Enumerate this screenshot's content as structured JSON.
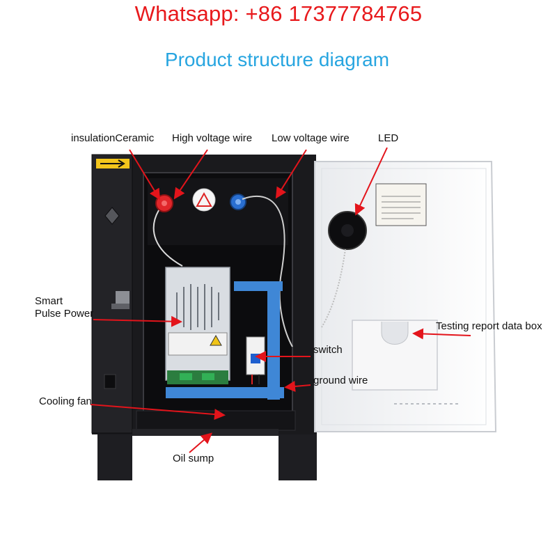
{
  "header": {
    "contact": "Whatsapp: +86 17377784765",
    "title": "Product structure diagram"
  },
  "labels": {
    "insulation_ceramic": "insulationCeramic",
    "high_voltage_wire": "High voltage wire",
    "low_voltage_wire": "Low voltage wire",
    "led": "LED",
    "smart_pulse_power_line1": "Smart",
    "smart_pulse_power_line2": "Pulse Power",
    "testing_report_data_box": "Testing report data box",
    "switch": "switch",
    "ground_wire": "ground wire",
    "cooling_fan": "Cooling fan",
    "oil_sump": "Oil sump"
  },
  "colors": {
    "header_contact": "#e8191c",
    "header_title": "#27a5e0",
    "arrow": "#e3141b",
    "cabinet": "#1a1a1d",
    "door": "#f4f5f7",
    "bracket": "#3f87d6",
    "power_supply": "#d9dde2",
    "terminal_red": "#e0262a",
    "terminal_blue": "#2a6fd1"
  },
  "icons": {
    "warning_label": "warning-label-icon",
    "led_indicator": "led-indicator-icon",
    "door_handle": "door-handle-icon"
  }
}
